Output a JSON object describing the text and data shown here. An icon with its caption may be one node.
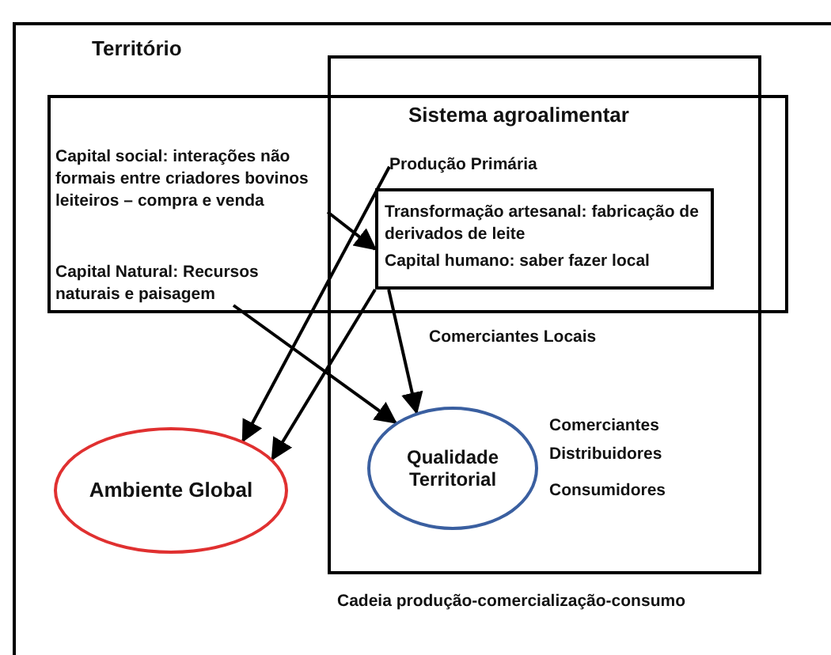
{
  "diagram": {
    "nodes": [
      {
        "text": [
          "Território"
        ]
      },
      {
        "text": [
          "Cadeia produção-comercialização-consumo"
        ]
      },
      {
        "text": [
          "Capital social: interações não formais entre criadores bovinos leiteiros – compra e venda"
        ],
        "in": 0
      },
      {
        "text": [
          "Capital Natural: Recursos naturais e paisagem"
        ],
        "in": 0
      },
      {
        "text": [
          "Produção Primária"
        ]
      },
      {
        "text": [
          "Transformação artesanal: fabricação de derivados de leite",
          "Capital humano: saber fazer local"
        ]
      },
      {
        "text": [
          "Ambiente Global"
        ]
      },
      {
        "text": [
          "Qualidade Territorial"
        ],
        "in": 1
      }
    ],
    "edges": [
      {
        "from": 2,
        "to": 5,
        "arrow": "to"
      },
      {
        "from": 3,
        "to": 7,
        "arrow": "to"
      },
      {
        "from": 4,
        "to": 6,
        "arrow": "to"
      },
      {
        "from": 5,
        "to": 6,
        "arrow": "to"
      },
      {
        "from": 5,
        "to": 7,
        "arrow": "to"
      }
    ],
    "labels": [
      "Sistema agroalimentar",
      "Comerciantes Locais",
      "Comerciantes",
      "Distribuidores",
      "Consumidores"
    ]
  }
}
